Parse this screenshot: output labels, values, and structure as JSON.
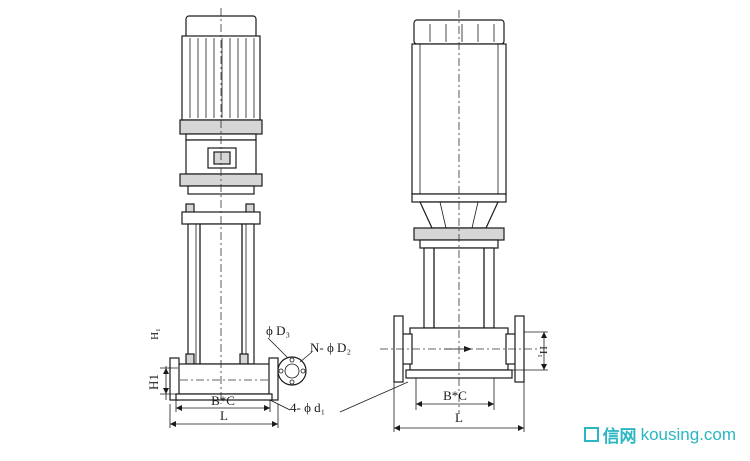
{
  "labels": {
    "left_view": {
      "H1_upper": "H₁",
      "H1_lower": "H1",
      "BC": "B*C",
      "L": "L"
    },
    "callouts": {
      "D3": "ϕ D₃",
      "N_D2": "N- ϕ D₂",
      "d1": "4- ϕ d₁"
    },
    "right_view": {
      "H1": "H₁",
      "BC": "B*C",
      "L": "L"
    }
  },
  "watermark": {
    "brand": "信网",
    "site": "kousing.com"
  },
  "colors": {
    "line": "#1a1a1a",
    "motor_fill": "#d6d6d6",
    "watermark": "#2bb6c4"
  }
}
